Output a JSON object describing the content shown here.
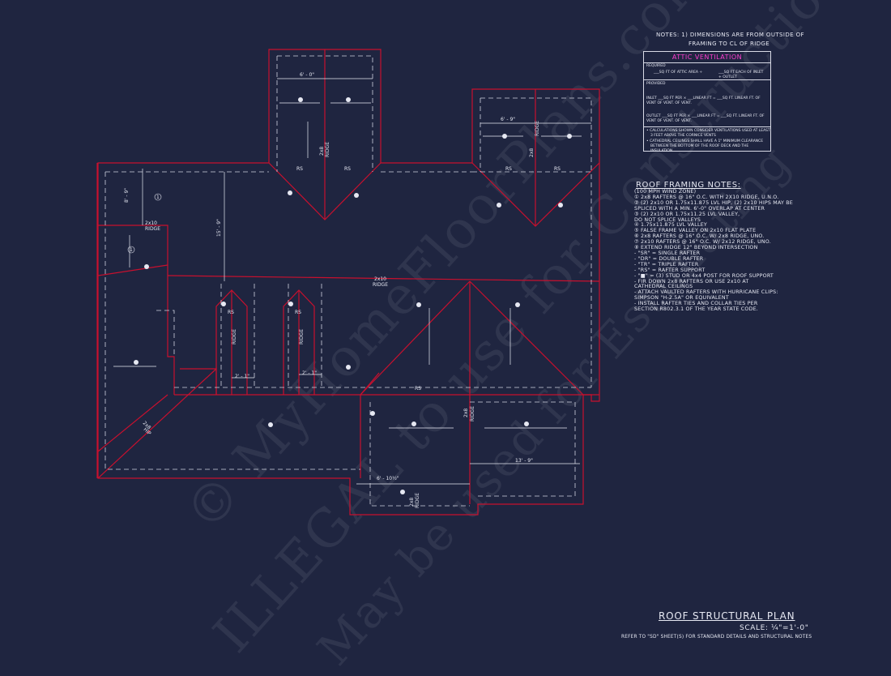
{
  "watermark": {
    "line1": "© MyHomeFloorPlans.com",
    "line2": "ILLEGAL to use for Construction",
    "line3": "May be used for Estimating"
  },
  "notes": {
    "line1": "NOTES: 1) DIMENSIONS ARE FROM OUTSIDE OF",
    "line2": "FRAMING TO CL OF RIDGE"
  },
  "attic_ventilation": {
    "title": "ATTIC VENTILATION",
    "required_label": "REQUIRED",
    "required_left": "___SQ FT OF ATTIC AREA ÷",
    "required_right": "___SQ FT EACH OF INLET + OUTLET",
    "provided_label": "PROVIDED",
    "inlet": "INLET  ___SQ FT PER ×  ___LINEAR FT =  ___SQ FT. LINEAR FT. OF VENT   OF VENT.   OF VENT.",
    "outlet": "OUTLET ___SQ FT PER ×  ___LINEAR FT =  ___SQ FT. LINEAR FT. OF VENT   OF VENT.   OF VENT.",
    "note1": "• CALCULATIONS SHOWN CONSIDER VENTILATIONS USED AT LEAST",
    "note1b": "3 FEET ABOVE THE CORNICE VENTS",
    "note2": "• CATHEDRAL CEILINGS SHALL HAVE A 1\" MINIMUM CLEARANCE",
    "note2b": "BETWEEN THE BOTTOM OF THE ROOF DECK AND THE INSULATION."
  },
  "roof_framing_notes": {
    "title": "ROOF FRAMING NOTES:",
    "items": [
      "(100 MPH WIND ZONE)",
      "① 2x8 RAFTERS @ 16\" O.C. WITH 2X10 RIDGE, U.N.O.",
      "② (2) 2x10 OR 1.75x11.875 LVL HIP, (2) 2x10 HIPS MAY BE",
      "    SPLICED WITH A MIN. 6'-0\" OVERLAP AT CENTER",
      "③ (2) 2x10 OR 1.75x11.25 LVL VALLEY,",
      "    DO NOT SPLICE VALLEYS",
      "④ 1.75x11.875 LVL VALLEY",
      "⑤ FALSE FRAME VALLEY ON 2x10 FLAT PLATE",
      "⑥ 2x8 RAFTERS @ 16\" O.C. W/ 2x8 RIDGE, UNO.",
      "⑦ 2x10 RAFTERS @ 16\" O.C. W/ 2x12 RIDGE, UNO.",
      "⑧ EXTEND RIDGE 12\" BEYOND INTERSECTION",
      "-  \"SR\" = SINGLE RAFTER",
      "-  \"DR\" = DOUBLE RAFTER",
      "-  \"TR\" = TRIPLE RAFTER",
      "-  \"RS\" = RAFTER SUPPORT",
      "-  \"■\" = (3) STUD OR 4x4 POST FOR ROOF SUPPORT",
      "-  FIR DOWN 2x8 RAFTERS OR USE 2x10 AT",
      "   CATHEDRAL CEILINGS",
      "-  ATTACH VAULTED RAFTERS WITH HURRICANE CLIPS:",
      "   SIMPSON \"H-2.5A\" OR EQUIVALENT",
      "-  INSTALL RAFTER TIES AND COLLAR TIES PER",
      "   SECTION R802.3.1 OF THE YEAR STATE CODE."
    ]
  },
  "plan": {
    "title": "ROOF STRUCTURAL PLAN",
    "scale": "SCALE: ¼\"=1'-0\"",
    "reference": "REFER TO \"SD\" SHEET(S) FOR STANDARD DETAILS AND STRUCTURAL NOTES"
  },
  "labels": {
    "rs": "RS",
    "ridge": "RIDGE",
    "two_by_ten": "2x10",
    "two_by_eight": "2x8",
    "hip": "HIP",
    "dim_6_0": "6' - 0\"",
    "dim_6_9": "6' - 9\"",
    "dim_8_9": "8' - 9\"",
    "dim_15_9": "15' - 9\"",
    "dim_13_9": "13' - 9\"",
    "dim_6_10": "6' - 10½\"",
    "dim_2_1": "2' - 1\"",
    "note_1": "1"
  },
  "colors": {
    "background": "#1f2540",
    "roof_line": "#c8102e",
    "dashed": "#cfd2e0",
    "text": "#e6e8f2",
    "accent": "#ff3fd0"
  }
}
